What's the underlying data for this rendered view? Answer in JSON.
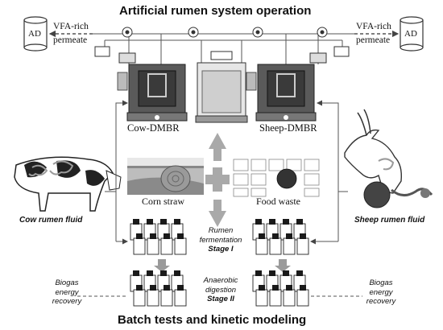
{
  "top_title": "Artificial rumen system operation",
  "bottom_title": "Batch tests and kinetic modeling",
  "ad_left": "AD",
  "ad_right": "AD",
  "permeate_left": [
    "VFA-rich",
    "permeate"
  ],
  "permeate_right": [
    "VFA-rich",
    "permeate"
  ],
  "reactor_left": "Cow-DMBR",
  "reactor_right": "Sheep-DMBR",
  "substrate_left": "Corn straw",
  "substrate_right": "Food waste",
  "fluid_left": "Cow rumen fluid",
  "fluid_right": "Sheep rumen fluid",
  "stage1": [
    "Rumen",
    "fermentation",
    "Stage I"
  ],
  "stage2": [
    "Anaerobic",
    "digestion",
    "Stage II"
  ],
  "biogas_left": [
    "Biogas",
    "energy",
    "recovery"
  ],
  "biogas_right": [
    "Biogas",
    "energy",
    "recovery"
  ],
  "colors": {
    "arrow_gray": "#a9a9a9",
    "line": "#444444",
    "bottle": "#1a1a1a"
  }
}
